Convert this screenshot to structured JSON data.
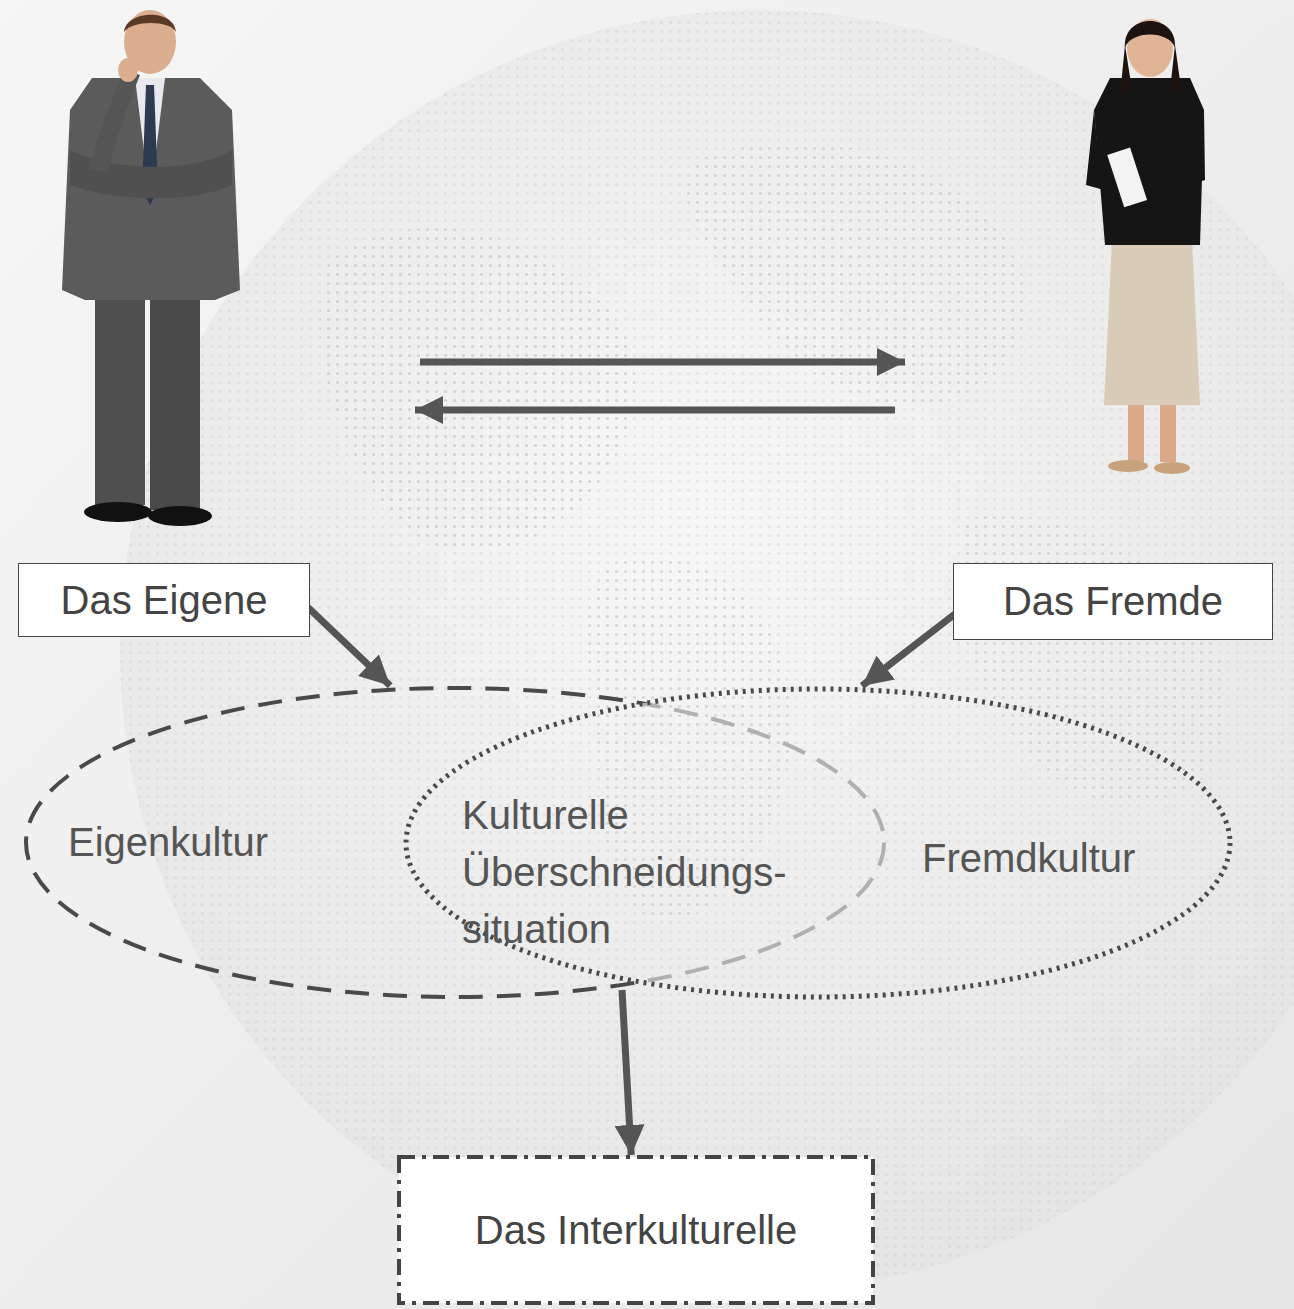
{
  "diagram": {
    "nodes": [
      {
        "text": [
          "Das Eigene"
        ]
      },
      {
        "text": [
          "Das Fremde"
        ]
      },
      {
        "text": [
          "Eigenkultur"
        ]
      },
      {
        "text": [
          "Kulturelle Überschneidungs- situation"
        ]
      },
      {
        "text": [
          "Fremdkultur"
        ]
      },
      {
        "text": [
          "Das Interkulturelle"
        ]
      }
    ],
    "edges": [
      {
        "from": 0,
        "to": 2,
        "arrow": "to"
      },
      {
        "from": 1,
        "to": 4,
        "arrow": "to"
      },
      {
        "from": 3,
        "to": 5,
        "arrow": "to"
      }
    ]
  }
}
